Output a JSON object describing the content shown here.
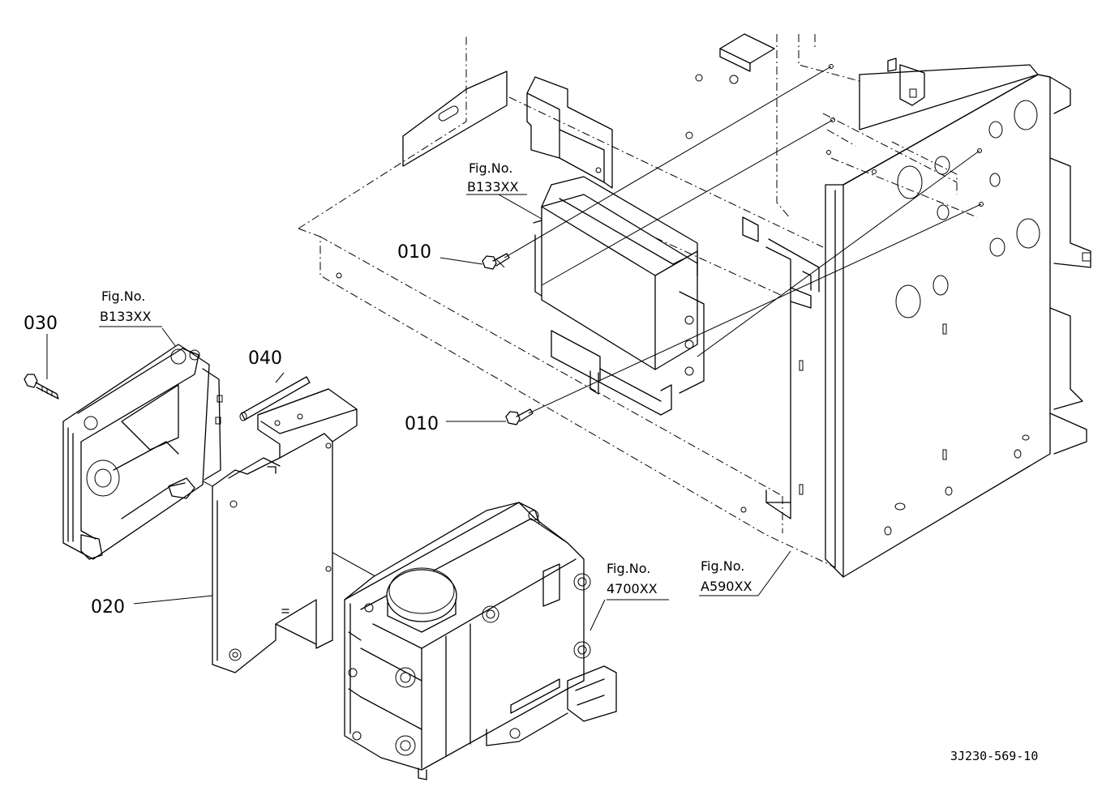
{
  "part_labels": {
    "p010a": "010",
    "p010b": "010",
    "p020": "020",
    "p030": "030",
    "p040": "040"
  },
  "figure_refs": {
    "ecu_top": {
      "line1": "Fig.No.",
      "line2": "B133XX"
    },
    "ecu_left": {
      "line1": "Fig.No.",
      "line2": "B133XX"
    },
    "inverter": {
      "line1": "Fig.No.",
      "line2": "4700XX"
    },
    "frame": {
      "line1": "Fig.No.",
      "line2": "A590XX"
    }
  },
  "drawing_code": "3J230-569-10"
}
